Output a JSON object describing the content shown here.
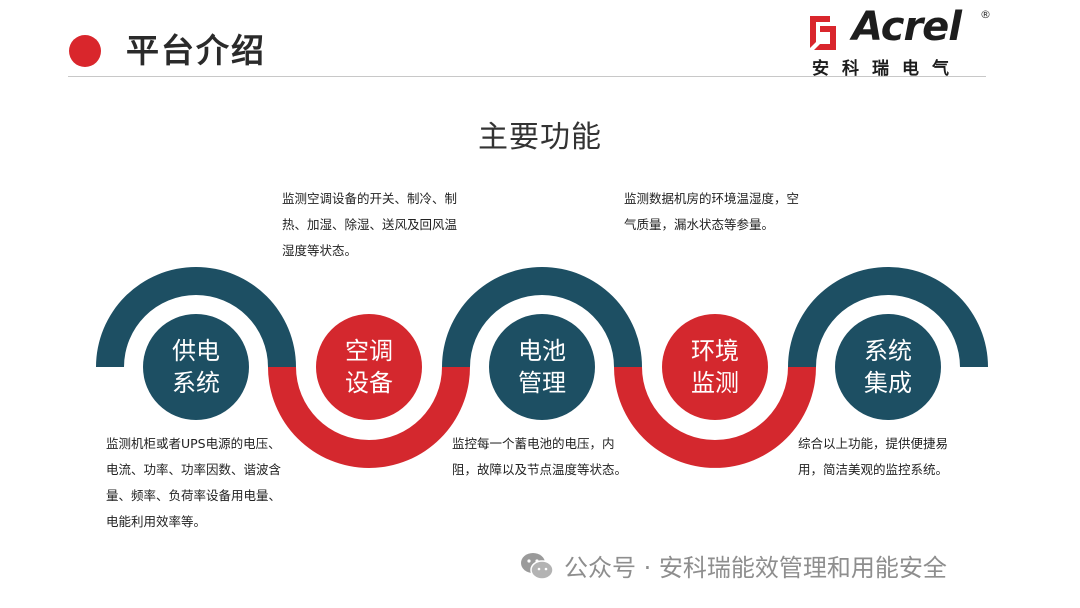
{
  "header": {
    "title": "平台介绍",
    "accent_color": "#d9262c"
  },
  "logo": {
    "word": "Acrel",
    "registered": "®",
    "chinese": "安科瑞电气"
  },
  "main_title": "主要功能",
  "colors": {
    "navy": "#1d4f63",
    "red": "#d4282e"
  },
  "functions": [
    {
      "line1": "供电",
      "line2": "系统",
      "color": "navy",
      "description": "监测机柜或者UPS电源的电压、电流、功率、功率因数、谐波含量、频率、负荷率设备用电量、电能利用效率等。"
    },
    {
      "line1": "空调",
      "line2": "设备",
      "color": "red",
      "description": "监测空调设备的开关、制冷、制热、加湿、除湿、送风及回风温湿度等状态。"
    },
    {
      "line1": "电池",
      "line2": "管理",
      "color": "navy",
      "description": "监控每一个蓄电池的电压，内阻，故障以及节点温度等状态。"
    },
    {
      "line1": "环境",
      "line2": "监测",
      "color": "red",
      "description": "监测数据机房的环境温湿度，空气质量，漏水状态等参量。"
    },
    {
      "line1": "系统",
      "line2": "集成",
      "color": "navy",
      "description": "综合以上功能，提供便捷易用，简洁美观的监控系统。"
    }
  ],
  "watermark": {
    "icon": "wechat-icon",
    "text": "公众号 · 安科瑞能效管理和用能安全"
  }
}
